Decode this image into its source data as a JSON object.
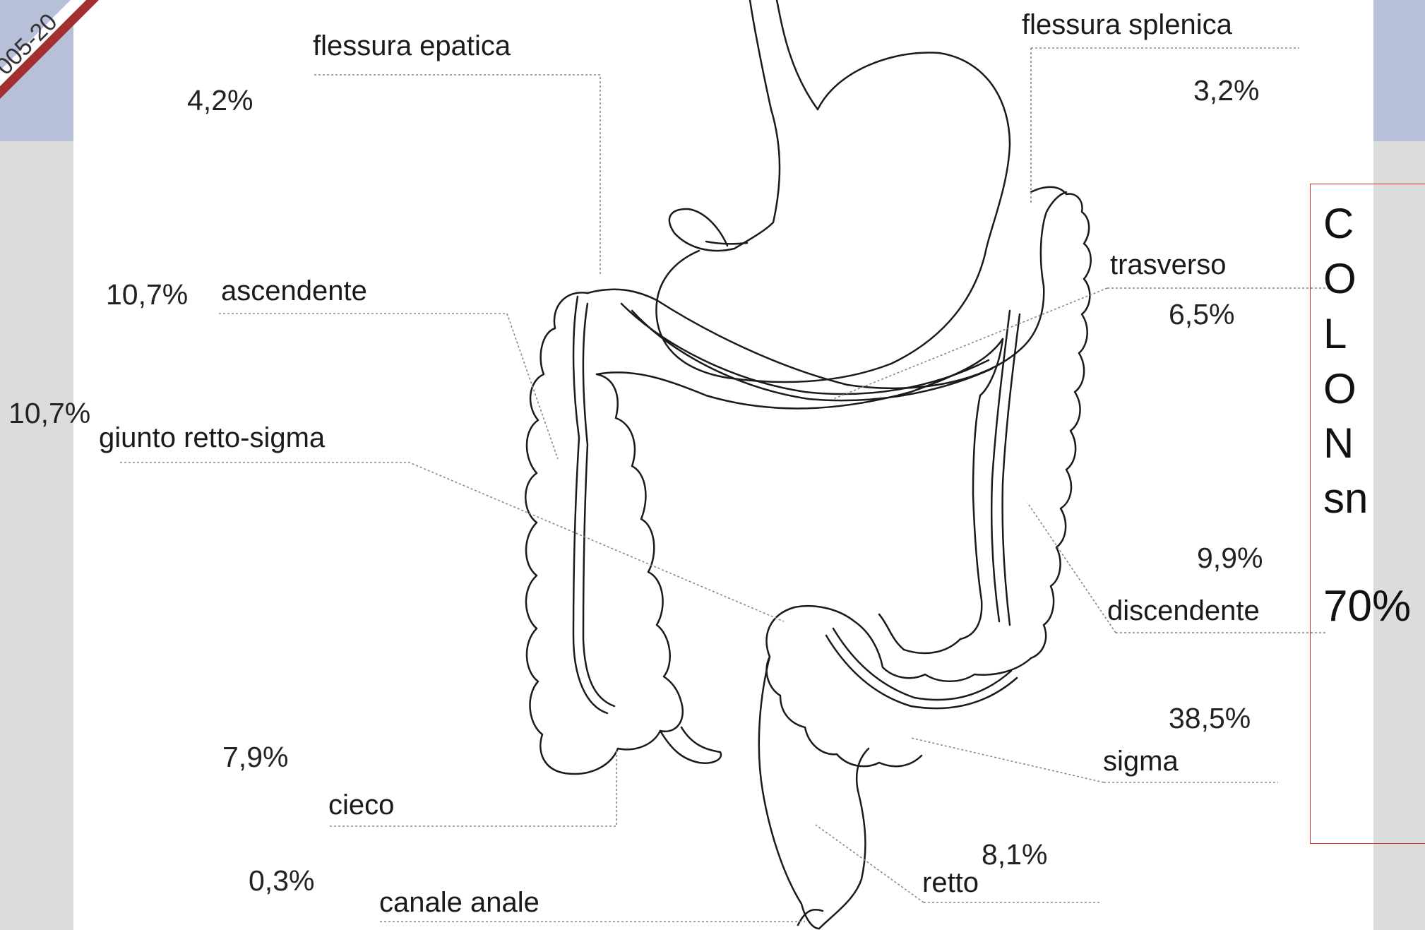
{
  "corner_text": "005-20",
  "labels": {
    "flessura_epatica": "flessura epatica",
    "flessura_splenica": "flessura splenica",
    "ascendente": "ascendente",
    "trasverso": "trasverso",
    "giunto_retto_sigma": "giunto retto-sigma",
    "discendente": "discendente",
    "sigma": "sigma",
    "cieco": "cieco",
    "retto": "retto",
    "canale_anale": "canale anale"
  },
  "percentages": {
    "flessura_epatica": "4,2%",
    "flessura_splenica": "3,2%",
    "ascendente": "10,7%",
    "trasverso": "6,5%",
    "giunto_retto_sigma": "10,7%",
    "discendente": "9,9%",
    "sigma": "38,5%",
    "cieco": "7,9%",
    "retto": "8,1%",
    "canale_anale": "0,3%"
  },
  "colon_box": {
    "letters": [
      "C",
      "O",
      "L",
      "O",
      "N",
      "sn"
    ],
    "percent": "70%",
    "border_color": "#e03030"
  }
}
